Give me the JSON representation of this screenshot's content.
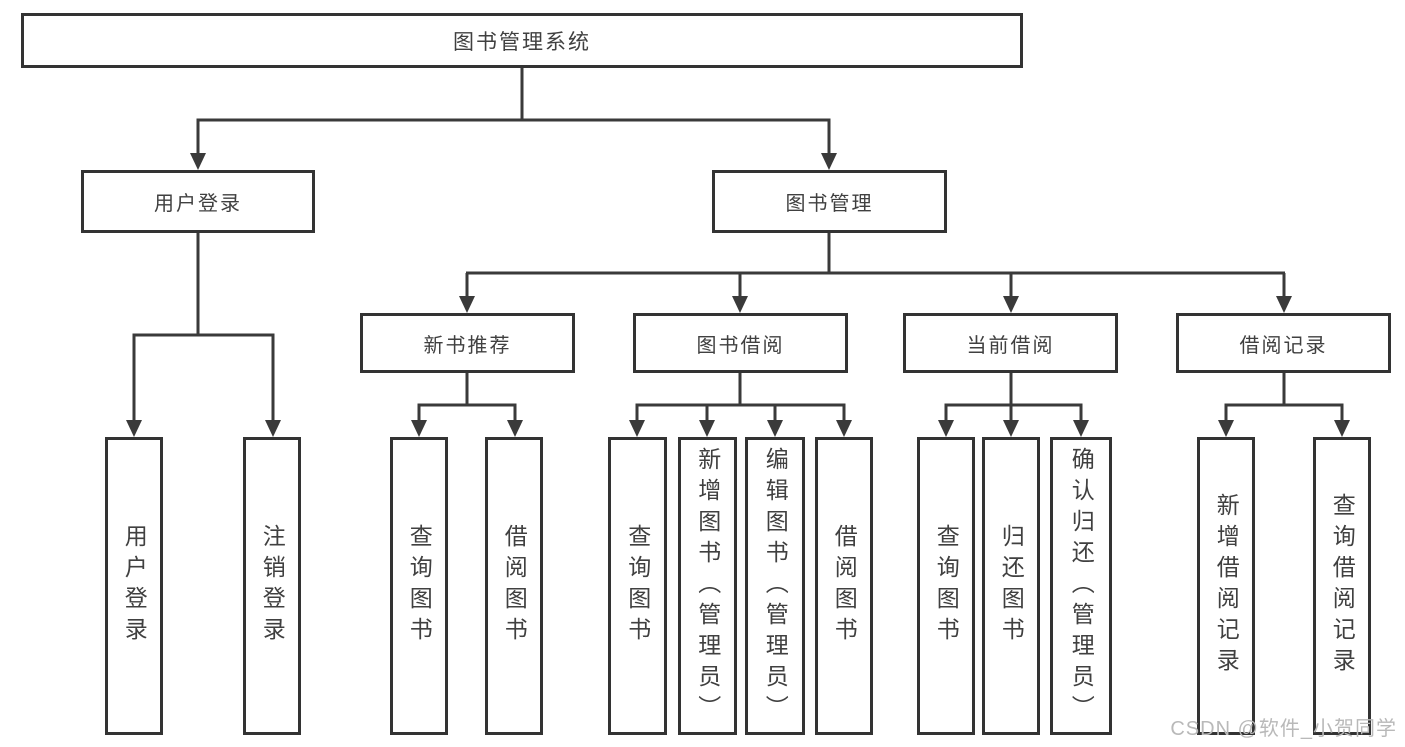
{
  "diagram": {
    "root": {
      "label": "图书管理系统"
    },
    "user_login": {
      "label": "用户登录",
      "children": [
        {
          "label": "用户登录"
        },
        {
          "label": "注销登录"
        }
      ]
    },
    "book_mgmt": {
      "label": "图书管理",
      "sections": [
        {
          "label": "新书推荐",
          "children": [
            {
              "label": "查询图书"
            },
            {
              "label": "借阅图书"
            }
          ]
        },
        {
          "label": "图书借阅",
          "children": [
            {
              "label": "查询图书"
            },
            {
              "label": "新增图书（管理员）"
            },
            {
              "label": "编辑图书（管理员）"
            },
            {
              "label": "借阅图书"
            }
          ]
        },
        {
          "label": "当前借阅",
          "children": [
            {
              "label": "查询图书"
            },
            {
              "label": "归还图书"
            },
            {
              "label": "确认归还（管理员）"
            }
          ]
        },
        {
          "label": "借阅记录",
          "children": [
            {
              "label": "新增借阅记录"
            },
            {
              "label": "查询借阅记录"
            }
          ]
        }
      ]
    }
  },
  "watermark": {
    "text": "CSDN @软件_小贺同学",
    "color": "#b9b9b9"
  },
  "colors": {
    "background": "#ffffff",
    "box_border": "#333333",
    "line": "#3a3a3a",
    "text": "#404040"
  }
}
